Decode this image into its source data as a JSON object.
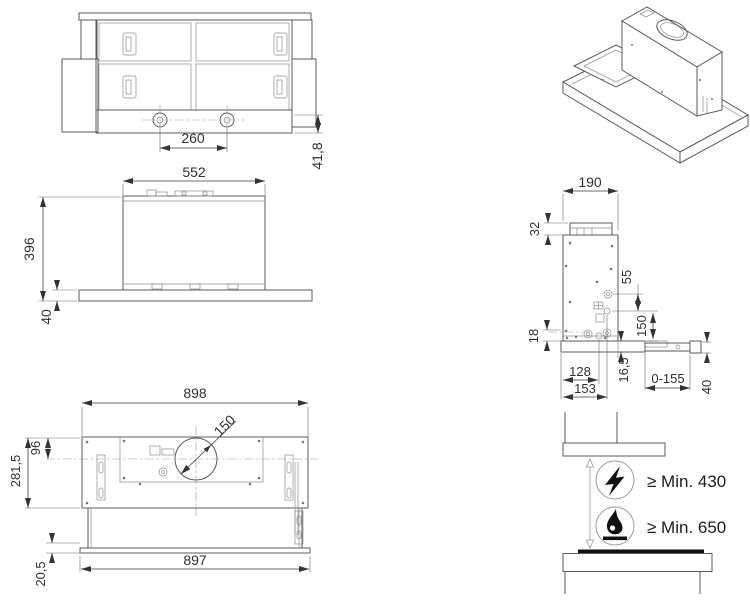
{
  "drawing": {
    "bottom_view": {
      "lamp_distance": "260",
      "lamp_panel_height": "41,8"
    },
    "front_view": {
      "body_width": "552",
      "body_height": "396",
      "visor_height": "40"
    },
    "top_view": {
      "outer_width": "898",
      "duct_diameter": "150",
      "front_depth": "96",
      "total_depth": "281,5",
      "visor_plate_offset": "20,5",
      "visor_width": "897"
    },
    "side_view": {
      "body_depth": "190",
      "spigot_height": "32",
      "hole_offset": "55",
      "hole_spacing": "150",
      "base_offset": "18",
      "plate_thickness": "16,5",
      "plate_depth": "128",
      "total_plate_depth": "153",
      "pullout_range": "0-155",
      "rail_height": "40"
    },
    "clearance_view": {
      "electric_clearance": "≥ Min. 430",
      "gas_clearance": "≥ Min. 650"
    }
  }
}
